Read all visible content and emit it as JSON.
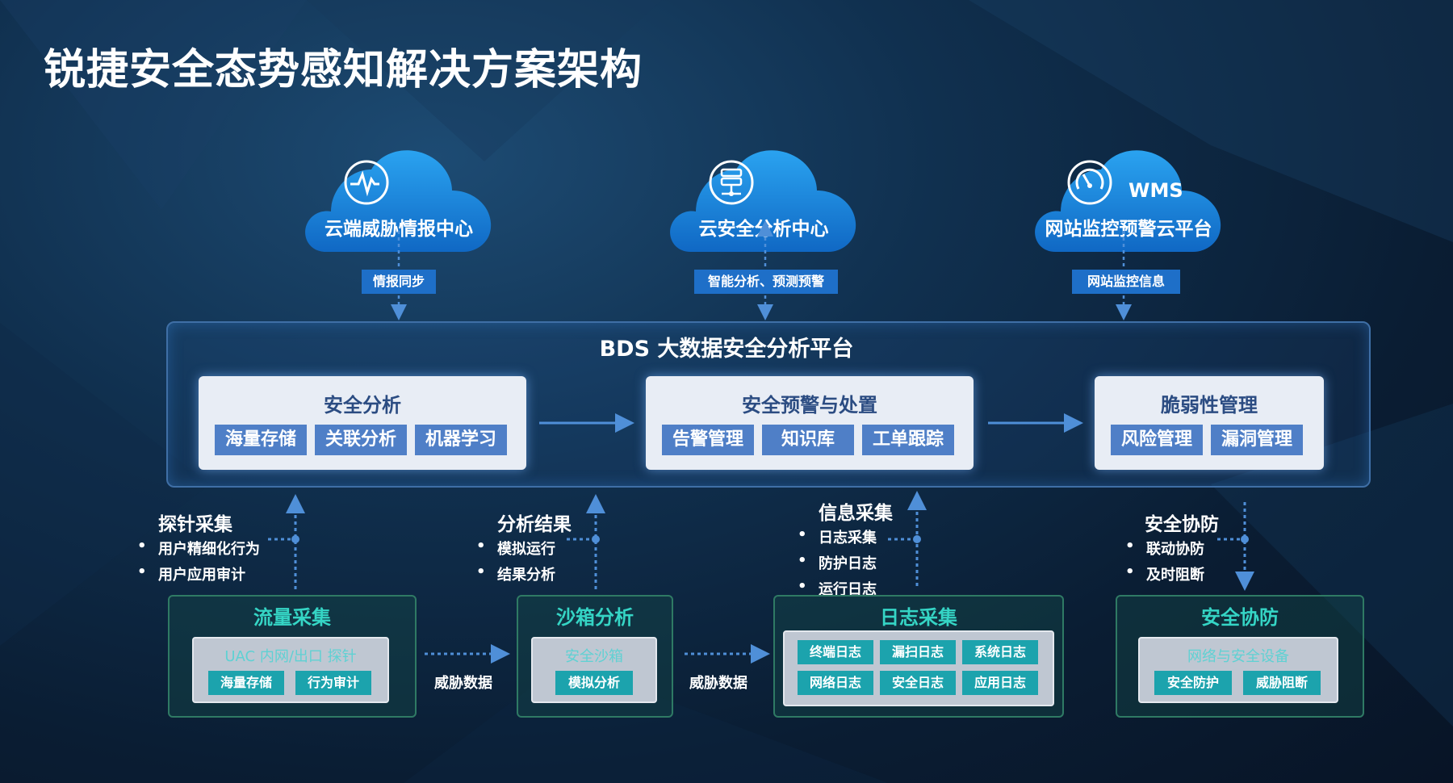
{
  "title": "锐捷安全态势感知解决方案架构",
  "clouds": [
    {
      "label": "云端威胁情报中心",
      "icon": "pulse-icon",
      "tag": "情报同步"
    },
    {
      "label": "云安全分析中心",
      "icon": "server-icon",
      "tag": "智能分析、预测预警"
    },
    {
      "label": "网站监控预警云平台",
      "icon": "gauge-icon",
      "badge": "WMS",
      "tag": "网站监控信息"
    }
  ],
  "platform": {
    "title": "BDS 大数据安全分析平台",
    "modules": [
      {
        "title": "安全分析",
        "chips": [
          "海量存储",
          "关联分析",
          "机器学习"
        ]
      },
      {
        "title": "安全预警与处置",
        "chips": [
          "告警管理",
          "知识库",
          "工单跟踪"
        ]
      },
      {
        "title": "脆弱性管理",
        "chips": [
          "风险管理",
          "漏洞管理"
        ]
      }
    ]
  },
  "capabilities": [
    {
      "title": "探针采集",
      "items": [
        "用户精细化行为",
        "用户应用审计"
      ]
    },
    {
      "title": "分析结果",
      "items": [
        "模拟运行",
        "结果分析"
      ]
    },
    {
      "title": "信息采集",
      "items": [
        "日志采集",
        "防护日志",
        "运行日志"
      ]
    },
    {
      "title": "安全协防",
      "items": [
        "联动协防",
        "及时阻断"
      ]
    }
  ],
  "sources": [
    {
      "title": "流量采集",
      "inner_title": "UAC 内网/出口 探针",
      "chips": [
        "海量存储",
        "行为审计"
      ]
    },
    {
      "title": "沙箱分析",
      "inner_title": "安全沙箱",
      "chips": [
        "模拟分析"
      ]
    },
    {
      "title": "日志采集",
      "chips": [
        "终端日志",
        "漏扫日志",
        "系统日志",
        "网络日志",
        "安全日志",
        "应用日志"
      ]
    },
    {
      "title": "安全协防",
      "inner_title": "网络与安全设备",
      "chips": [
        "安全防护",
        "威胁阻断"
      ]
    }
  ],
  "flow_labels": [
    "威胁数据",
    "威胁数据"
  ],
  "colors": {
    "cloud": "#1e8be0",
    "tag": "#1e6fc8",
    "chip": "#4f7fc7",
    "src_chip": "#1ca3ad",
    "src_title": "#35d5c5"
  }
}
